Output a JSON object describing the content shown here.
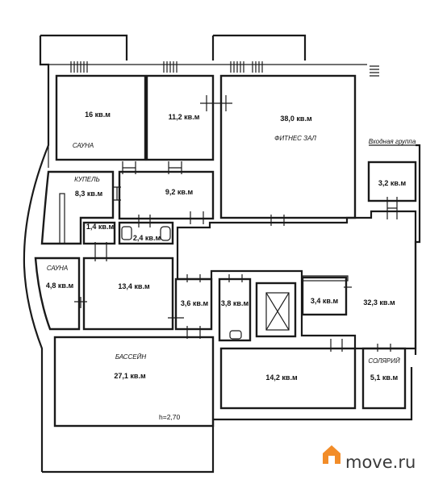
{
  "rooms": {
    "sauna1": {
      "area": "16 кв.м",
      "name": "САУНА"
    },
    "r11": {
      "area": "11,2 кв.м"
    },
    "fitness": {
      "area": "38,0 кв.м",
      "name": "ФИТНЕС ЗАЛ"
    },
    "kupel": {
      "area": "8,3 кв.м",
      "name": "КУПЕЛЬ"
    },
    "r92": {
      "area": "9,2 кв.м"
    },
    "r14": {
      "area": "1,4 кв.м"
    },
    "r24": {
      "area": "2,4 кв.м"
    },
    "sauna2": {
      "area": "4,8 кв.м",
      "name": "САУНА"
    },
    "r134": {
      "area": "13,4 кв.м"
    },
    "r36": {
      "area": "3,6 кв.м"
    },
    "r38": {
      "area": "3,8 кв.м"
    },
    "r34": {
      "area": "3,4 кв.м"
    },
    "r323": {
      "area": "32,3 кв.м"
    },
    "entry": {
      "area": "3,2 кв.м",
      "name": "Входная группа"
    },
    "pool": {
      "area": "27,1 кв.м",
      "name": "БАССЕЙН"
    },
    "r142": {
      "area": "14,2 кв.м"
    },
    "solarium": {
      "area": "5,1 кв.м",
      "name": "СОЛЯРИЙ"
    }
  },
  "height_note": "h=2,70",
  "watermark": {
    "text": "move.ru",
    "house_color": "#f28c28",
    "icon": "house-logo-icon"
  }
}
